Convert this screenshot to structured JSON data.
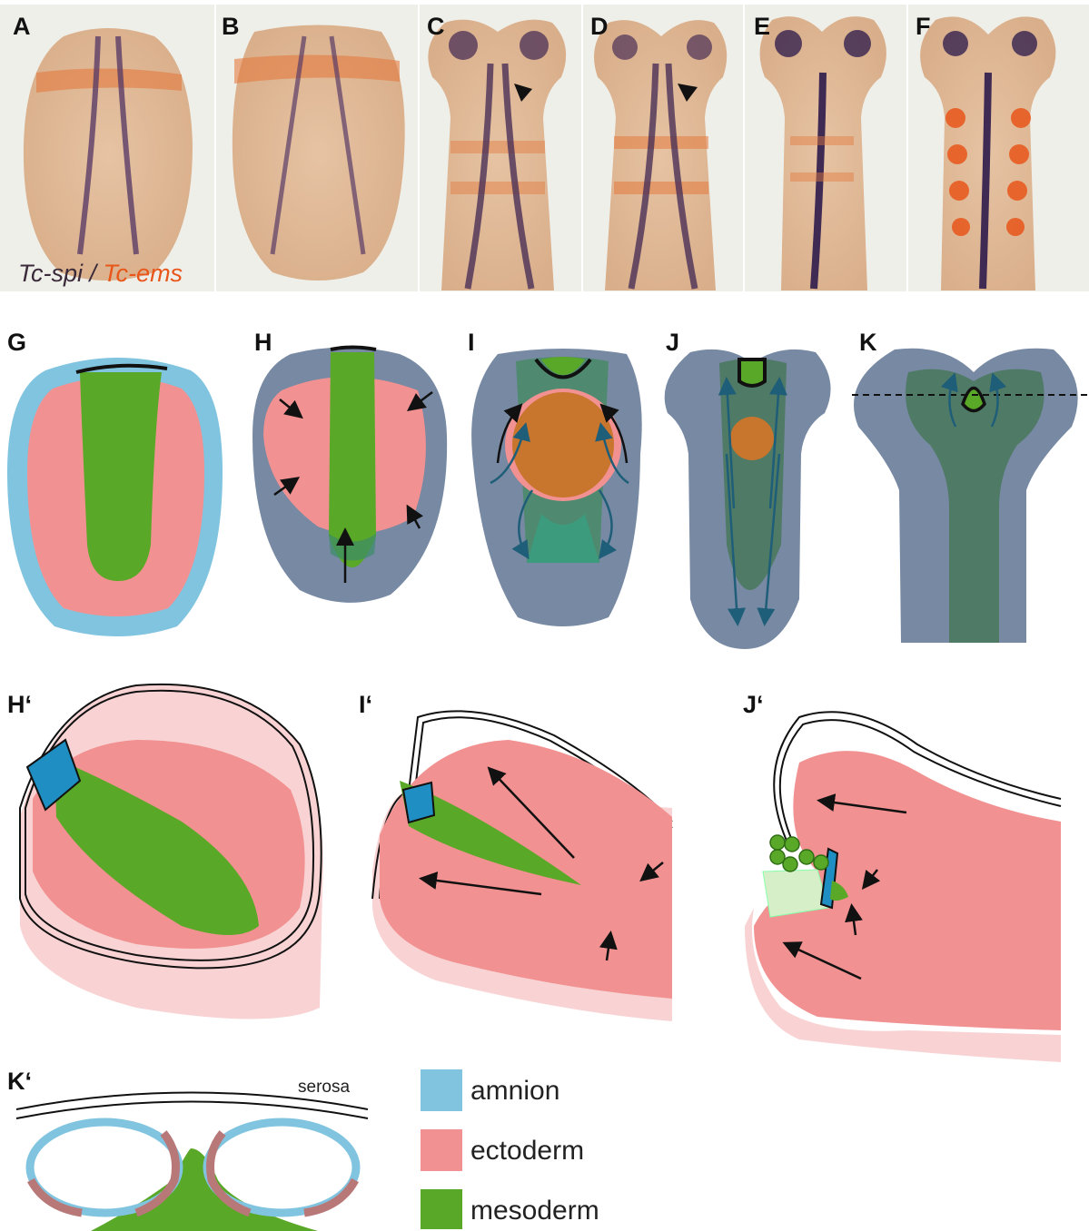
{
  "panels": {
    "A": "A",
    "B": "B",
    "C": "C",
    "D": "D",
    "E": "E",
    "F": "F",
    "G": "G",
    "H": "H",
    "I": "I",
    "J": "J",
    "K": "K",
    "H_prime": "H‘",
    "I_prime": "I‘",
    "J_prime": "J‘",
    "K_prime": "K‘"
  },
  "stain_caption": {
    "gene1": "Tc-spi",
    "separator": " / ",
    "gene2": "Tc-ems",
    "gene1_color": "#3a2a3a",
    "gene2_color": "#e8561a"
  },
  "serosa_label": "serosa",
  "legend": [
    {
      "label": "amnion",
      "color": "#80c4e0"
    },
    {
      "label": "ectoderm",
      "color": "#f29191"
    },
    {
      "label": "mesoderm",
      "color": "#5aa827"
    }
  ],
  "colors": {
    "amnion": "#80c4e0",
    "ectoderm": "#f29191",
    "mesoderm": "#5aa827",
    "dorsal_gray": "#7789a3",
    "deep_green": "#4f7a66",
    "orange_region": "#c8752e",
    "arrow_teal": "#1f5e78",
    "pale_pink": "#f9d3d3",
    "ems_orange": "#e8561a",
    "spi_purple": "#3e2a52"
  }
}
